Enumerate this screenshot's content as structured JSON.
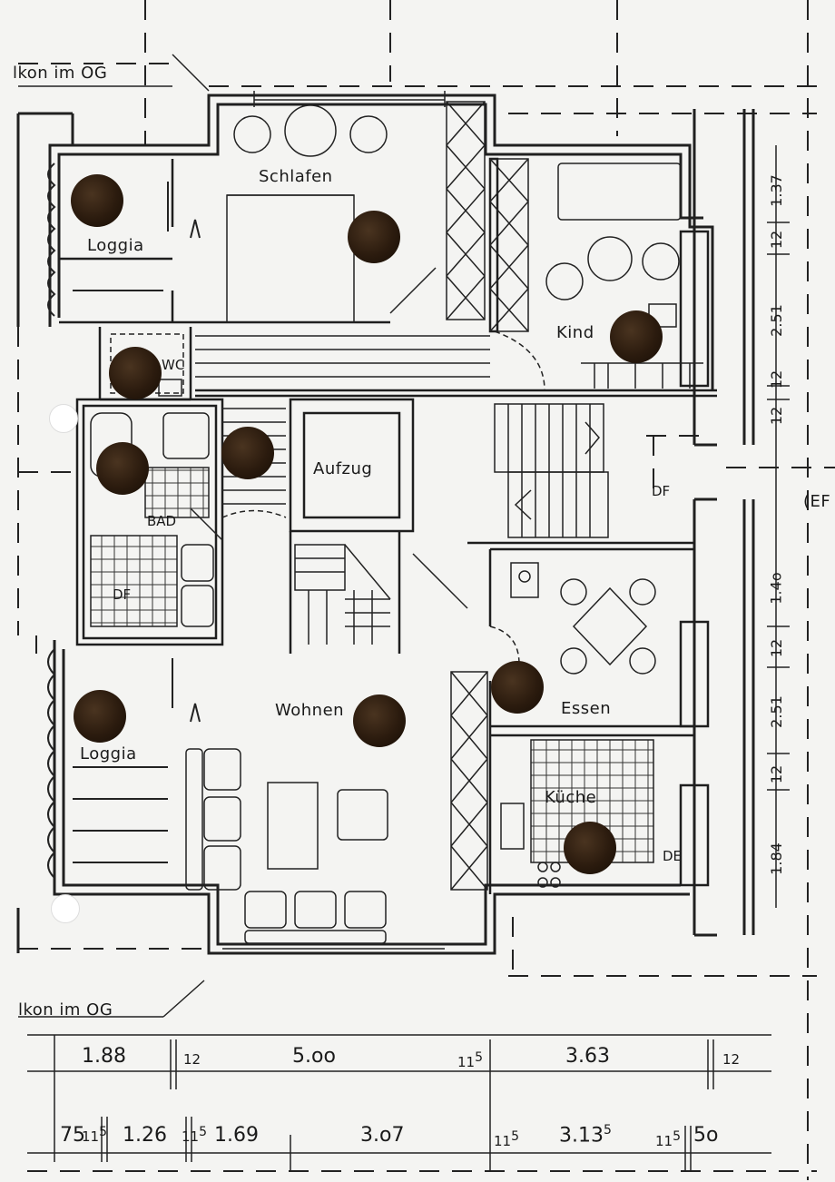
{
  "rooms": {
    "schlafen": "Schlafen",
    "loggia_top": "Loggia",
    "kind": "Kind",
    "wc": "WC",
    "bad": "BAD",
    "df_bad": "DF",
    "aufzug": "Aufzug",
    "df_stair": "DF",
    "wohnen": "Wohnen",
    "loggia_bottom": "Loggia",
    "essen": "Essen",
    "kueche": "Küche",
    "de_kueche": "DE"
  },
  "edge_labels": {
    "balkon_top": "lkon im OG",
    "balkon_bottom": "lkon im OG",
    "ef": "(EF"
  },
  "right_dims": {
    "d1": "1.37",
    "d2": "12",
    "d3": "2.51",
    "d4": "12",
    "d5": "12",
    "d6": "1.4o",
    "d7": "12",
    "d8": "2.51",
    "d9": "12",
    "d10": "1.84"
  },
  "bottom_dims_row1": {
    "a": "1.88",
    "b": "12",
    "c": "5.oo",
    "d_base": "11",
    "d_sup": "5",
    "e": "3.63",
    "f": "12"
  },
  "bottom_dims_row2": {
    "a": "75",
    "b_base": "11",
    "b_sup": "5",
    "c": "1.26",
    "d_base": "11",
    "d_sup": "5",
    "e": "1.69",
    "f": "3.o7",
    "g_base": "11",
    "g_sup": "5",
    "h_base": "3.13",
    "h_sup": "5",
    "i_base": "11",
    "i_sup": "5",
    "j": "5o"
  },
  "colors": {
    "ink": "#1a1a1a",
    "paper": "#f4f4f2",
    "wall": "#202020",
    "marker": "#2b1b0e"
  }
}
